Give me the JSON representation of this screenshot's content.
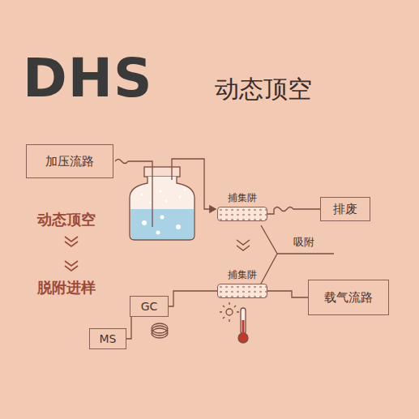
{
  "diagram": {
    "title": "DHS",
    "nodes": [
      {
        "text": [
          "加压流路"
        ]
      },
      {
        "text": [
          "捕集阱"
        ]
      },
      {
        "text": [
          "排废"
        ]
      },
      {
        "text": [
          "捕集阱"
        ]
      },
      {
        "text": [
          "载气流路"
        ]
      },
      {
        "text": [
          "GC"
        ]
      },
      {
        "text": [
          "MS"
        ]
      }
    ],
    "edges": [
      {
        "from": 1,
        "to": 2,
        "arrow": "none"
      },
      {
        "from": 4,
        "to": 3,
        "arrow": "none"
      },
      {
        "from": 3,
        "to": 5,
        "arrow": "none"
      },
      {
        "from": 5,
        "to": 6,
        "arrow": "none"
      }
    ],
    "labels": [
      "动态顶空",
      "动态顶空",
      "脱附进样",
      "吸附"
    ]
  }
}
